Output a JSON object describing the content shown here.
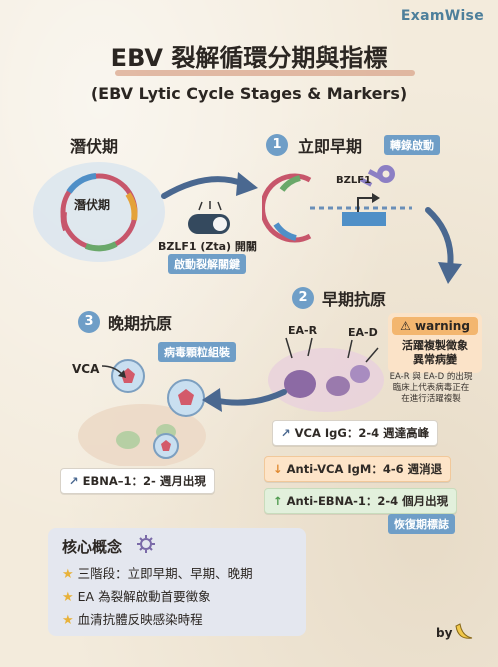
{
  "brand": "ExamWise",
  "title": "EBV 裂解循環分期與指標",
  "subtitle": "(EBV Lytic Cycle Stages & Markers)",
  "latent": {
    "heading": "潛伏期",
    "circle_label": "潛伏期"
  },
  "switch": {
    "label": "BZLF1 (Zta) 開關",
    "tag": "啟動裂解關鍵"
  },
  "stage1": {
    "number": "1",
    "heading": "立即早期",
    "tag": "轉錄啟動",
    "key_label": "BZLF1"
  },
  "stage2": {
    "number": "2",
    "heading": "早期抗原",
    "ea_r": "EA-R",
    "ea_d": "EA-D",
    "warning": {
      "header": "warning",
      "line1": "活躍複製徵象",
      "line2": "異常病變"
    },
    "note": {
      "line1": "EA-R 與 EA-D 的出現",
      "line2": "臨床上代表病毒正在",
      "line3": "在進行活躍複製"
    }
  },
  "stage3": {
    "number": "3",
    "heading": "晚期抗原",
    "tag": "病毒顆粒組裝",
    "vca_label": "VCA"
  },
  "markers": {
    "vca_igg": "VCA IgG：2-4 週達高峰",
    "anti_vca_igm": "Anti-VCA IgM：4-6 週消退",
    "anti_ebna1": "Anti-EBNA-1：2-4 個月出現",
    "recovery_tag": "恢復期標誌",
    "ebna1": "EBNA–1：2- 週月出現"
  },
  "summary": {
    "title": "核心概念",
    "items": [
      "三階段：立即早期、早期、晚期",
      "EA 為裂解啟動首要徵象",
      "血清抗體反映感染時程"
    ]
  },
  "signature": "by"
}
